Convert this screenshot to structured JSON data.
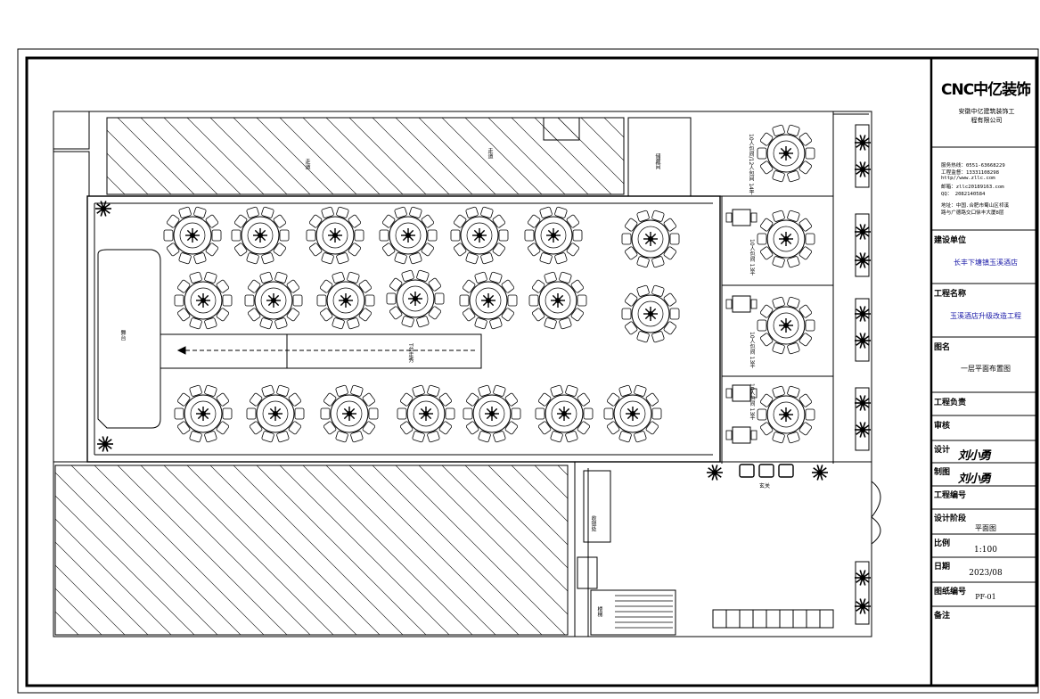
{
  "title_block": {
    "logo_text": "CNC中亿装饰",
    "company_name": [
      "安徽中亿建筑装饰工",
      "程有限公司"
    ],
    "contact": [
      "服务热线：0551-63668229",
      "工程监督：13331108298",
      "http//www.zllc.com",
      "邮箱：zllc20189163.com",
      "QQ：  2082140584"
    ],
    "address": [
      "地址：中国.合肥市蜀山区祁溪",
      "路与广德路交口徐丰大厦8层"
    ],
    "fields": [
      {
        "label": "建设单位",
        "value": "长丰下塘镇玉溪酒店",
        "blue": true
      },
      {
        "label": "工程名称",
        "value": "玉溪酒店升级改造工程",
        "blue": true
      },
      {
        "label": "图名",
        "value": "一层平面布置图",
        "blue": false
      },
      {
        "label": "工程负责",
        "value": "",
        "blue": false
      },
      {
        "label": "审核",
        "value": "",
        "blue": false
      },
      {
        "label": "设计",
        "value": "",
        "blue": false
      },
      {
        "label": "制图",
        "value": "",
        "blue": false
      },
      {
        "label": "工程编号",
        "value": "",
        "blue": false
      },
      {
        "label": "设计阶段",
        "value": "平面图",
        "blue": false
      },
      {
        "label": "比例",
        "value": "1:100",
        "blue": false
      },
      {
        "label": "日期",
        "value": "2023/08",
        "blue": false
      },
      {
        "label": "图纸编号",
        "value": "PF-01",
        "blue": false
      },
      {
        "label": "备注",
        "value": "",
        "blue": false
      }
    ],
    "signatures": {
      "design": "刘小勇",
      "drawing": "刘小勇"
    }
  },
  "plan_labels": {
    "stage": "舞台",
    "walkway": "T台走秀",
    "cashier": "收银处",
    "entrance": "玄关",
    "stairs": "楼梯",
    "storage": "储藏间",
    "corridor_1": "走道",
    "corridor_2": "走道",
    "private_room_top": "10人包间/12人包间 14平",
    "private_room_1": "10人包间 13平",
    "private_room_2": "10人包间 13平",
    "private_room_3": "10人包间 13平"
  }
}
